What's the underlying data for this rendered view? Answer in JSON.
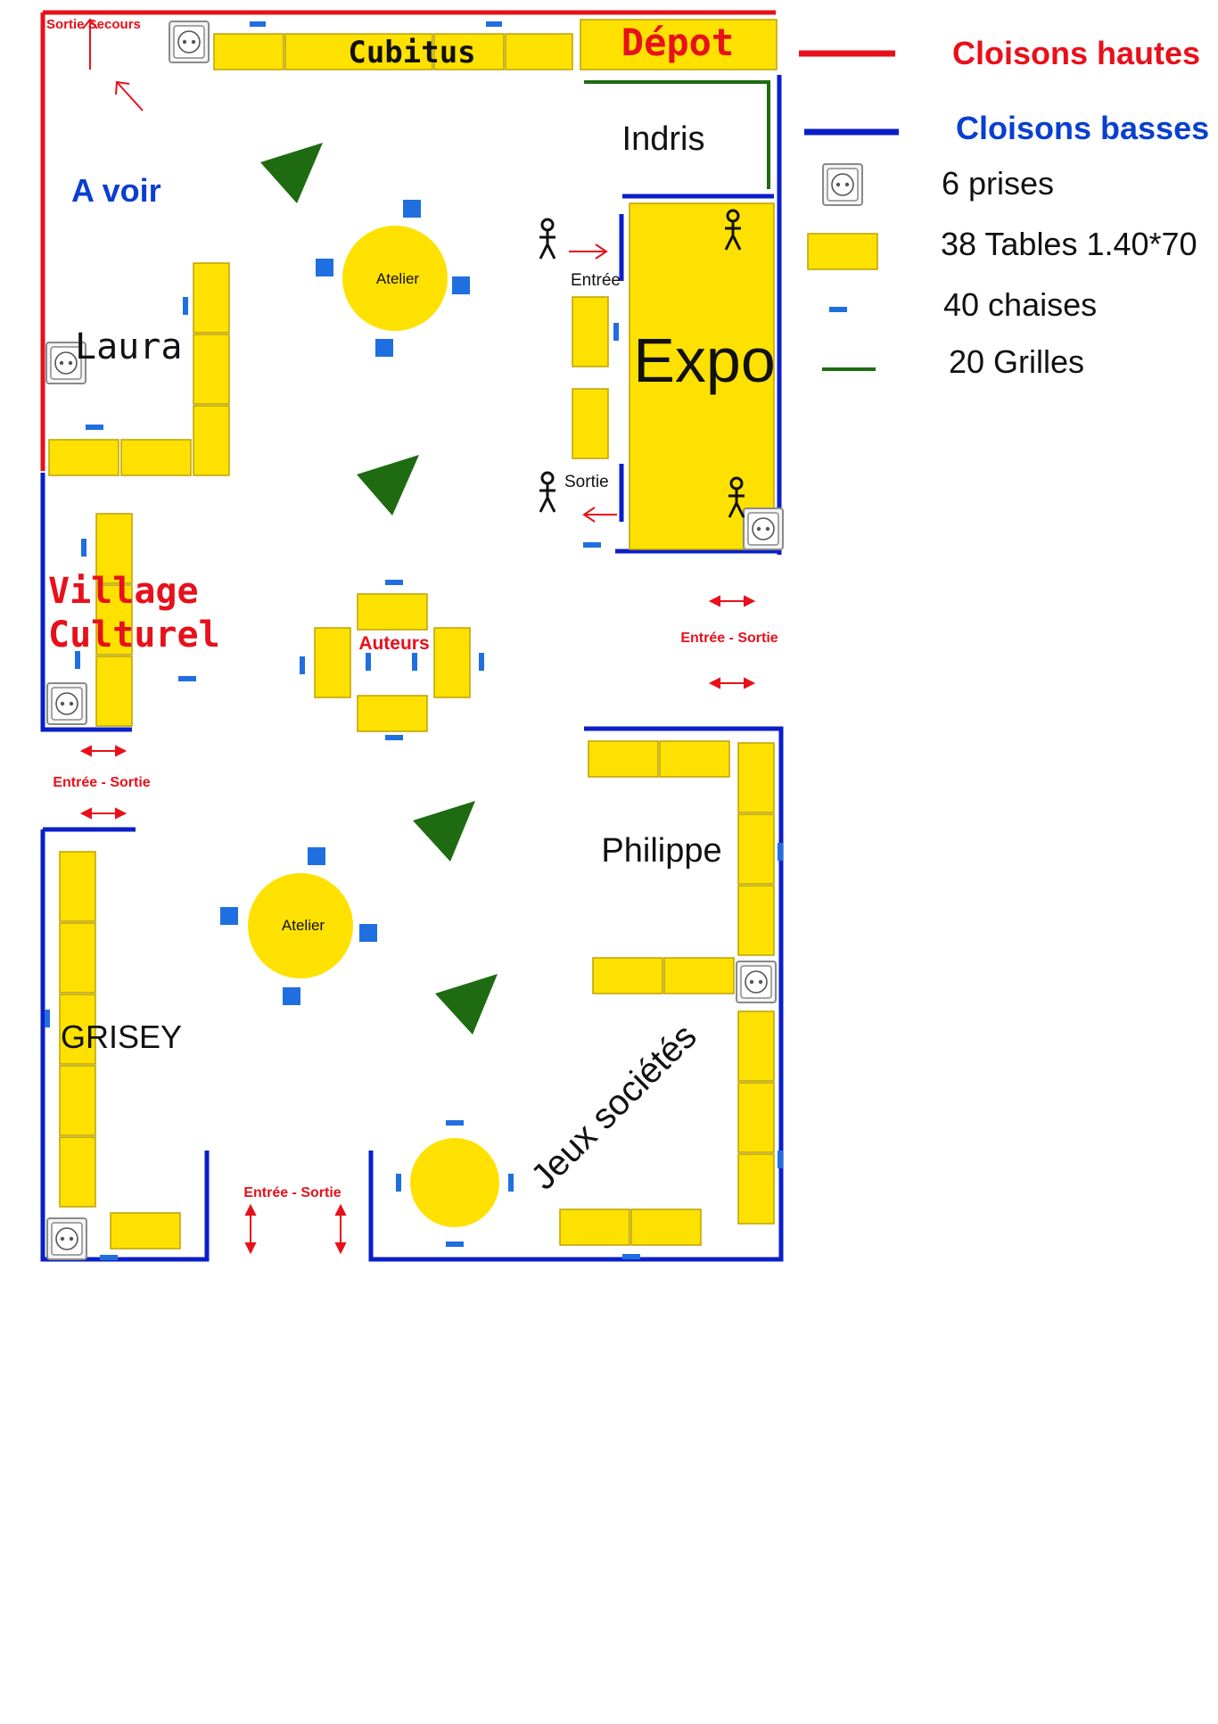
{
  "plan": {
    "sortie_secours": "Sortie Secours",
    "cubitus": "Cubitus",
    "depot": "Dépot",
    "indris": "Indris",
    "a_voir": "A voir",
    "laura": "Laura",
    "atelier_top": "Atelier",
    "atelier_bottom": "Atelier",
    "entree_expo": "Entrée",
    "sortie_expo": "Sortie",
    "expo": "Expo",
    "village_culturel_line1": "Village",
    "village_culturel_line2": "Culturel",
    "auteurs": "Auteurs",
    "entree_sortie_right": "Entrée - Sortie",
    "entree_sortie_left": "Entrée - Sortie",
    "entree_sortie_bottom": "Entrée - Sortie",
    "philippe": "Philippe",
    "grisey": "GRISEY",
    "jeux_societes": "Jeux sociétés"
  },
  "legend": {
    "cloisons_hautes": "Cloisons hautes",
    "cloisons_basses": "Cloisons basses",
    "prises": "6 prises",
    "tables": "38 Tables 1.40*70",
    "chaises": "40 chaises",
    "grilles": "20 Grilles"
  },
  "colors": {
    "high_wall": "#e8101a",
    "low_wall": "#0a1fc8",
    "table": "#ffe100",
    "chair": "#1f6fe0",
    "grid": "#1e6b12",
    "arrow": "#e8101a",
    "red_text": "#e8101a",
    "blue_text": "#0a3fcf"
  }
}
